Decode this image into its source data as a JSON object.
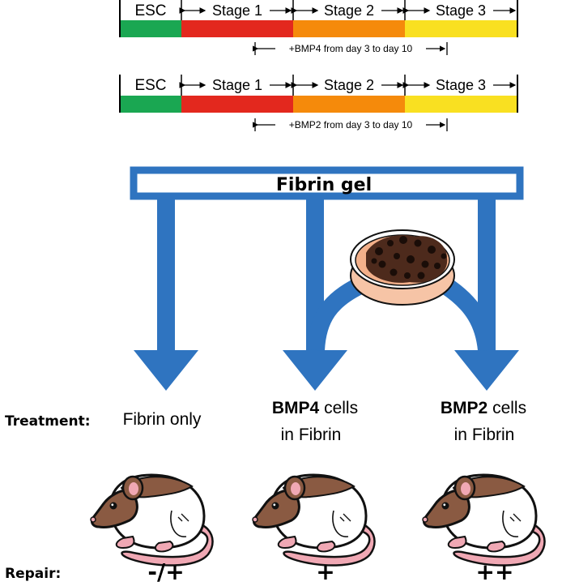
{
  "timelines": [
    {
      "esc_label": "ESC",
      "stage_labels": [
        "Stage 1",
        "Stage 2",
        "Stage 3"
      ],
      "treatment_label": "+BMP4 from day 3 to day 10"
    },
    {
      "esc_label": "ESC",
      "stage_labels": [
        "Stage 1",
        "Stage 2",
        "Stage 3"
      ],
      "treatment_label": "+BMP2 from day 3 to day 10"
    }
  ],
  "colors": {
    "esc": "#1aa752",
    "stage1": "#e3281e",
    "stage2": "#f58a0b",
    "stage3": "#f9e021",
    "arrow_blue": "#2f74c0"
  },
  "gel_label": "Fibrin gel",
  "treatment_row_label": "Treatment:",
  "repair_row_label": "Repair:",
  "groups": [
    {
      "line1_bold": "",
      "line1_rest": "Fibrin only",
      "line2": "",
      "repair": "-/+"
    },
    {
      "line1_bold": "BMP4",
      "line1_rest": " cells",
      "line2": "in Fibrin",
      "repair": "+"
    },
    {
      "line1_bold": "BMP2",
      "line1_rest": " cells",
      "line2": "in Fibrin",
      "repair": "++"
    }
  ],
  "icons": [
    "petri-dish-icon",
    "rat-icon"
  ]
}
